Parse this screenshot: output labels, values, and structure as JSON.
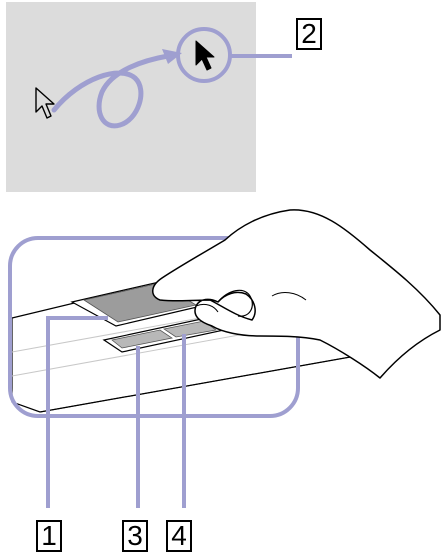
{
  "callouts": [
    {
      "id": "1",
      "label": "1"
    },
    {
      "id": "2",
      "label": "2"
    },
    {
      "id": "3",
      "label": "3"
    },
    {
      "id": "4",
      "label": "4"
    }
  ],
  "colors": {
    "screen_panel": "#dcdcdc",
    "callout_line": "#9f9fd0",
    "outline": "#000000",
    "touchpad_pad": "#9c9c9c",
    "button_fill": "#b8b8b8"
  },
  "icons": {
    "pointer_start": "hollow-arrow-cursor-icon",
    "pointer_end": "filled-arrow-cursor-icon"
  }
}
